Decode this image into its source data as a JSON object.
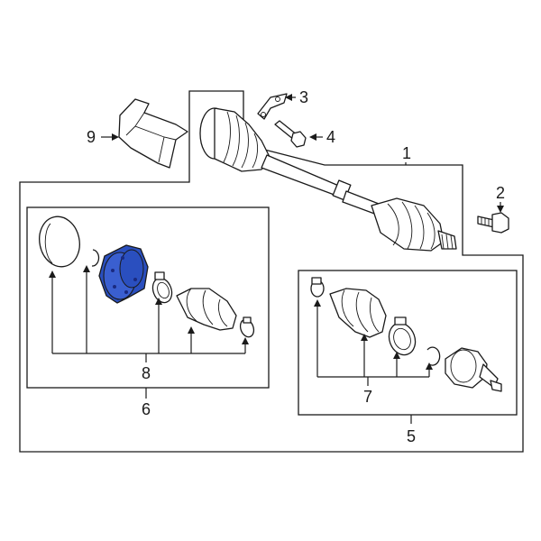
{
  "diagram": {
    "highlight_color": "#2a4fbf",
    "outline_color": "#1a1a1a",
    "callouts": {
      "c1": "1",
      "c2": "2",
      "c3": "3",
      "c4": "4",
      "c5": "5",
      "c6": "6",
      "c7": "7",
      "c8": "8",
      "c9": "9"
    }
  }
}
